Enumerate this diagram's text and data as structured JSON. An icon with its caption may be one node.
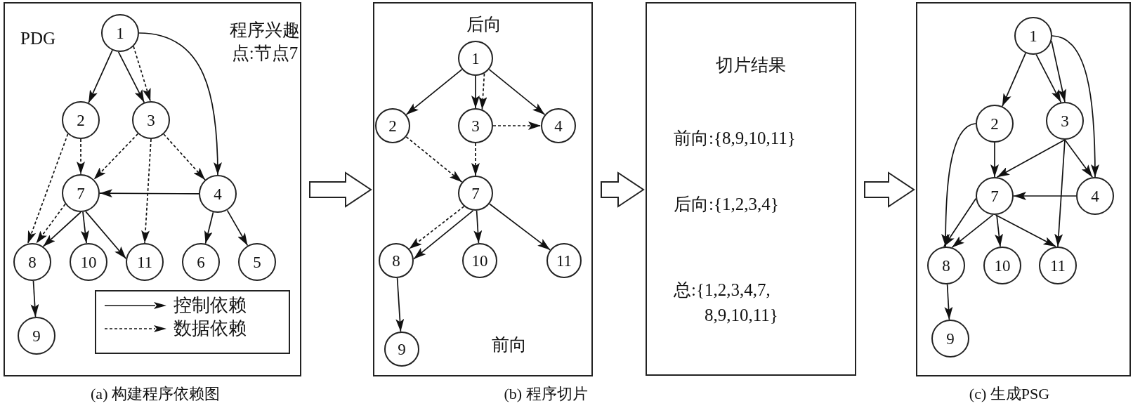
{
  "diagram": {
    "nodes": [
      {
        "text": [
          "PDG",
          "程序兴趣点:节点7"
        ],
        "beside": [
          "(a) 构建程序依赖图"
        ]
      },
      {
        "text": [
          "1"
        ],
        "in": 0
      },
      {
        "text": [
          "2"
        ],
        "in": 0
      },
      {
        "text": [
          "3"
        ],
        "in": 0
      },
      {
        "text": [
          "7"
        ],
        "in": 0
      },
      {
        "text": [
          "4"
        ],
        "in": 0
      },
      {
        "text": [
          "8"
        ],
        "in": 0
      },
      {
        "text": [
          "10"
        ],
        "in": 0
      },
      {
        "text": [
          "11"
        ],
        "in": 0
      },
      {
        "text": [
          "6"
        ],
        "in": 0
      },
      {
        "text": [
          "5"
        ],
        "in": 0
      },
      {
        "text": [
          "9"
        ],
        "in": 0
      },
      {
        "text": [
          "后向",
          "前向"
        ]
      },
      {
        "text": [
          "1"
        ],
        "in": 12
      },
      {
        "text": [
          "2"
        ],
        "in": 12
      },
      {
        "text": [
          "3"
        ],
        "in": 12
      },
      {
        "text": [
          "4"
        ],
        "in": 12
      },
      {
        "text": [
          "7"
        ],
        "in": 12
      },
      {
        "text": [
          "8"
        ],
        "in": 12
      },
      {
        "text": [
          "10"
        ],
        "in": 12
      },
      {
        "text": [
          "11"
        ],
        "in": 12
      },
      {
        "text": [
          "9"
        ],
        "in": 12
      },
      {
        "text": [
          "切片结果",
          "前向:{8,9,10,11}",
          "后向:{1,2,3,4}",
          "总:{1,2,3,4,7, 8,9,10,11}"
        ]
      },
      {
        "text": [],
        "shape": "box",
        "beside": [
          "(c) 生成PSG"
        ]
      },
      {
        "text": [
          "1"
        ],
        "in": 23
      },
      {
        "text": [
          "2"
        ],
        "in": 23
      },
      {
        "text": [
          "3"
        ],
        "in": 23
      },
      {
        "text": [
          "7"
        ],
        "in": 23
      },
      {
        "text": [
          "4"
        ],
        "in": 23
      },
      {
        "text": [
          "8"
        ],
        "in": 23
      },
      {
        "text": [
          "10"
        ],
        "in": 23
      },
      {
        "text": [
          "11"
        ],
        "in": 23
      },
      {
        "text": [
          "9"
        ],
        "in": 23
      }
    ],
    "edges": [
      {
        "from": 1,
        "to": 2,
        "arrow": "to"
      },
      {
        "from": 1,
        "to": 3,
        "arrow": "to"
      },
      {
        "from": 1,
        "to": 3,
        "arrow": "to",
        "style": "dashed"
      },
      {
        "from": 1,
        "to": 5,
        "arrow": "to"
      },
      {
        "from": 2,
        "to": 4,
        "arrow": "to",
        "style": "dashed"
      },
      {
        "from": 2,
        "to": 6,
        "arrow": "to",
        "style": "dashed"
      },
      {
        "from": 3,
        "to": 4,
        "arrow": "to",
        "style": "dashed"
      },
      {
        "from": 3,
        "to": 8,
        "arrow": "to",
        "style": "dashed"
      },
      {
        "from": 3,
        "to": 5,
        "arrow": "to",
        "style": "dashed"
      },
      {
        "from": 5,
        "to": 4,
        "arrow": "to"
      },
      {
        "from": 4,
        "to": 6,
        "arrow": "to",
        "style": "dashed"
      },
      {
        "from": 4,
        "to": 6,
        "arrow": "to"
      },
      {
        "from": 4,
        "to": 7,
        "arrow": "to"
      },
      {
        "from": 4,
        "to": 8,
        "arrow": "to"
      },
      {
        "from": 5,
        "to": 9,
        "arrow": "to"
      },
      {
        "from": 5,
        "to": 10,
        "arrow": "to"
      },
      {
        "from": 6,
        "to": 11,
        "arrow": "to"
      },
      {
        "from": 13,
        "to": 14,
        "arrow": "to"
      },
      {
        "from": 13,
        "to": 15,
        "arrow": "to"
      },
      {
        "from": 13,
        "to": 15,
        "arrow": "to",
        "style": "dashed"
      },
      {
        "from": 13,
        "to": 16,
        "arrow": "to"
      },
      {
        "from": 15,
        "to": 16,
        "arrow": "to",
        "style": "dashed"
      },
      {
        "from": 14,
        "to": 17,
        "arrow": "to",
        "style": "dashed"
      },
      {
        "from": 15,
        "to": 17,
        "arrow": "to",
        "style": "dashed"
      },
      {
        "from": 17,
        "to": 18,
        "arrow": "to",
        "style": "dashed"
      },
      {
        "from": 17,
        "to": 18,
        "arrow": "to"
      },
      {
        "from": 17,
        "to": 19,
        "arrow": "to"
      },
      {
        "from": 17,
        "to": 20,
        "arrow": "to"
      },
      {
        "from": 18,
        "to": 21,
        "arrow": "to"
      },
      {
        "from": 24,
        "to": 25,
        "arrow": "to"
      },
      {
        "from": 24,
        "to": 26,
        "arrow": "to"
      },
      {
        "from": 24,
        "to": 26,
        "arrow": "to"
      },
      {
        "from": 24,
        "to": 28,
        "arrow": "to"
      },
      {
        "from": 25,
        "to": 27,
        "arrow": "to"
      },
      {
        "from": 25,
        "to": 29,
        "arrow": "to"
      },
      {
        "from": 26,
        "to": 27,
        "arrow": "to"
      },
      {
        "from": 26,
        "to": 28,
        "arrow": "to"
      },
      {
        "from": 26,
        "to": 31,
        "arrow": "to"
      },
      {
        "from": 28,
        "to": 27,
        "arrow": "to"
      },
      {
        "from": 27,
        "to": 29,
        "arrow": "to"
      },
      {
        "from": 27,
        "to": 29,
        "arrow": "to"
      },
      {
        "from": 27,
        "to": 30,
        "arrow": "to"
      },
      {
        "from": 27,
        "to": 31,
        "arrow": "to"
      },
      {
        "from": 29,
        "to": 32,
        "arrow": "to"
      },
      {
        "from": 0,
        "to": 12,
        "arrow": "to"
      },
      {
        "from": 12,
        "to": 22,
        "arrow": "to"
      },
      {
        "from": 22,
        "to": 23,
        "arrow": "to"
      }
    ],
    "labels": [
      "(b) 程序切片"
    ],
    "legend": [
      {
        "text": "控制依赖"
      },
      {
        "text": "数据依赖"
      }
    ]
  }
}
